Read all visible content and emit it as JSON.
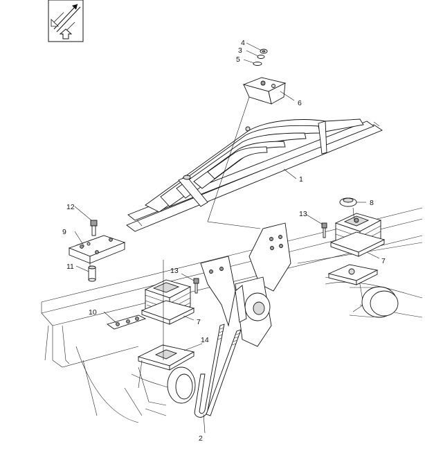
{
  "nav_icon": {
    "name": "zoom-arrows-icon"
  },
  "callouts": [
    {
      "id": "c1",
      "label": "1"
    },
    {
      "id": "c2",
      "label": "2"
    },
    {
      "id": "c3",
      "label": "3"
    },
    {
      "id": "c4",
      "label": "4"
    },
    {
      "id": "c5",
      "label": "5"
    },
    {
      "id": "c6",
      "label": "6"
    },
    {
      "id": "c7a",
      "label": "7"
    },
    {
      "id": "c7b",
      "label": "7"
    },
    {
      "id": "c8",
      "label": "8"
    },
    {
      "id": "c9",
      "label": "9"
    },
    {
      "id": "c10",
      "label": "10"
    },
    {
      "id": "c11",
      "label": "11"
    },
    {
      "id": "c12",
      "label": "12"
    },
    {
      "id": "c13a",
      "label": "13"
    },
    {
      "id": "c13b",
      "label": "13"
    },
    {
      "id": "c14",
      "label": "14"
    }
  ]
}
